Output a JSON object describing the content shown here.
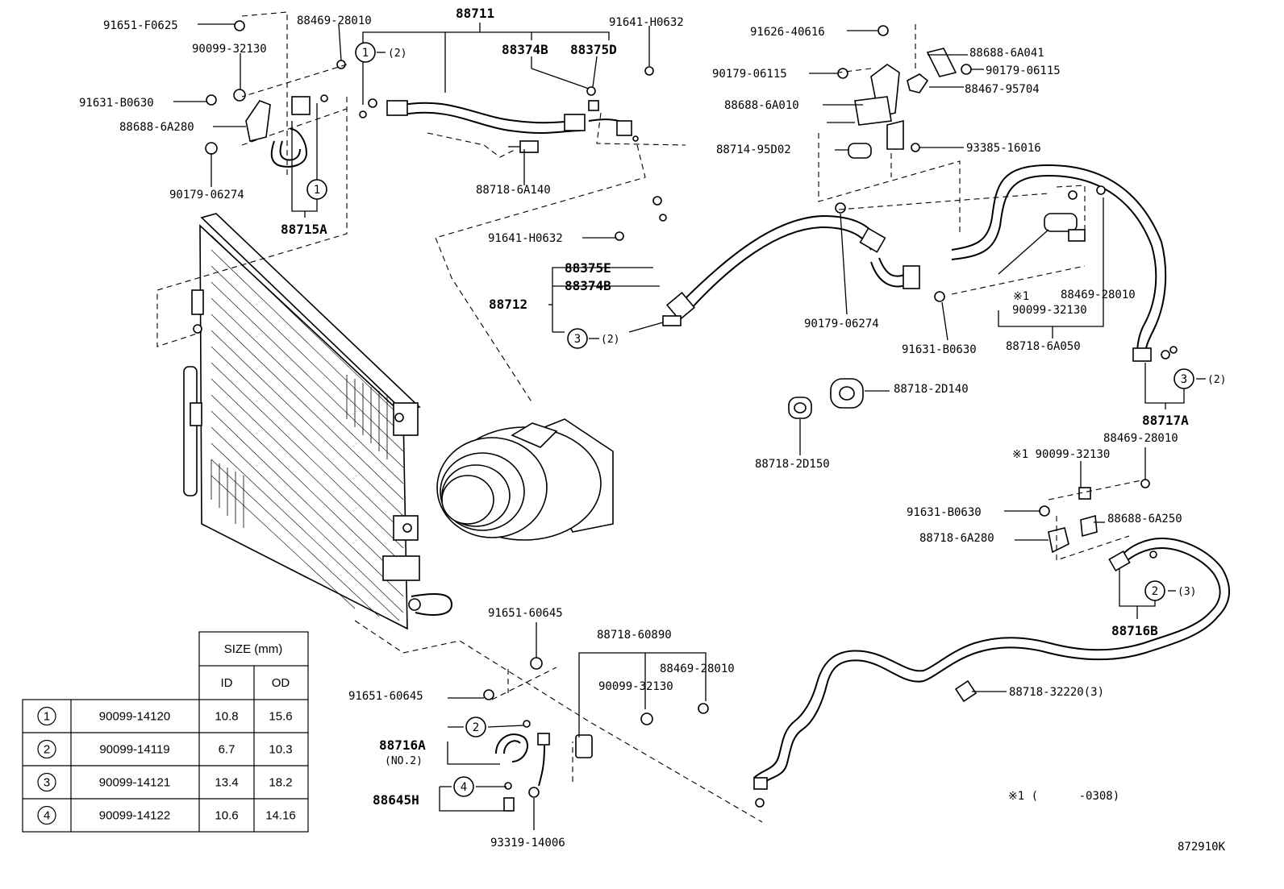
{
  "diagram_id": "872910K",
  "footnote": "※1 (      -0308)",
  "labels": {
    "p_91651_F0625": "91651-F0625",
    "p_88469_28010_a": "88469-28010",
    "p_88711": "88711",
    "p_91641_H0632_a": "91641-H0632",
    "p_90099_32130_a": "90099-32130",
    "p_88374B_a": "88374B",
    "p_88375D": "88375D",
    "p_91631_B0630_a": "91631-B0630",
    "p_88688_6A280": "88688-6A280",
    "p_90179_06274_a": "90179-06274",
    "p_88715A": "88715A",
    "p_88718_6A140": "88718-6A140",
    "p_91626_40616": "91626-40616",
    "p_88688_6A041": "88688-6A041",
    "p_90179_06115_a": "90179-06115",
    "p_90179_06115_b": "90179-06115",
    "p_88467_95704": "88467-95704",
    "p_88688_6A010": "88688-6A010",
    "p_88714_95D02": "88714-95D02",
    "p_93385_16016": "93385-16016",
    "p_91641_H0632_b": "91641-H0632",
    "p_88375E": "88375E",
    "p_88374B_b": "88374B",
    "p_88712": "88712",
    "p_90179_06274_b": "90179-06274",
    "p_88469_28010_b": "88469-28010",
    "p_90099_32130_b": "90099-32130",
    "p_91631_B0630_b": "91631-B0630",
    "p_88718_6A050": "88718-6A050",
    "p_88718_2D140": "88718-2D140",
    "p_88718_2D150": "88718-2D150",
    "p_88717A": "88717A",
    "p_88469_28010_c": "88469-28010",
    "p_90099_32130_c": "※1 90099-32130",
    "p_91631_B0630_c": "91631-B0630",
    "p_88688_6A250": "88688-6A250",
    "p_88718_6A280": "88718-6A280",
    "p_88716B": "88716B",
    "p_88718_32220": "88718-32220(3)",
    "p_91651_60645_a": "91651-60645",
    "p_88718_60890": "88718-60890",
    "p_88469_28010_d": "88469-28010",
    "p_90099_32130_d": "90099-32130",
    "p_91651_60645_b": "91651-60645",
    "p_88716A": "88716A",
    "p_88716A_note": "(NO.2)",
    "p_88645H": "88645H",
    "p_93319_14006": "93319-14006",
    "mark_x1": "※1",
    "q2": "(2)",
    "q3": "(3)"
  },
  "circles": {
    "c1": "1",
    "c2": "2",
    "c3": "3",
    "c4": "4"
  },
  "table": {
    "header_size": "SIZE (mm)",
    "header_id": "ID",
    "header_od": "OD",
    "rows": [
      {
        "mark": "1",
        "part": "90099-14120",
        "id": "10.8",
        "od": "15.6"
      },
      {
        "mark": "2",
        "part": "90099-14119",
        "id": "6.7",
        "od": "10.3"
      },
      {
        "mark": "3",
        "part": "90099-14121",
        "id": "13.4",
        "od": "18.2"
      },
      {
        "mark": "4",
        "part": "90099-14122",
        "id": "10.6",
        "od": "14.16"
      }
    ]
  }
}
